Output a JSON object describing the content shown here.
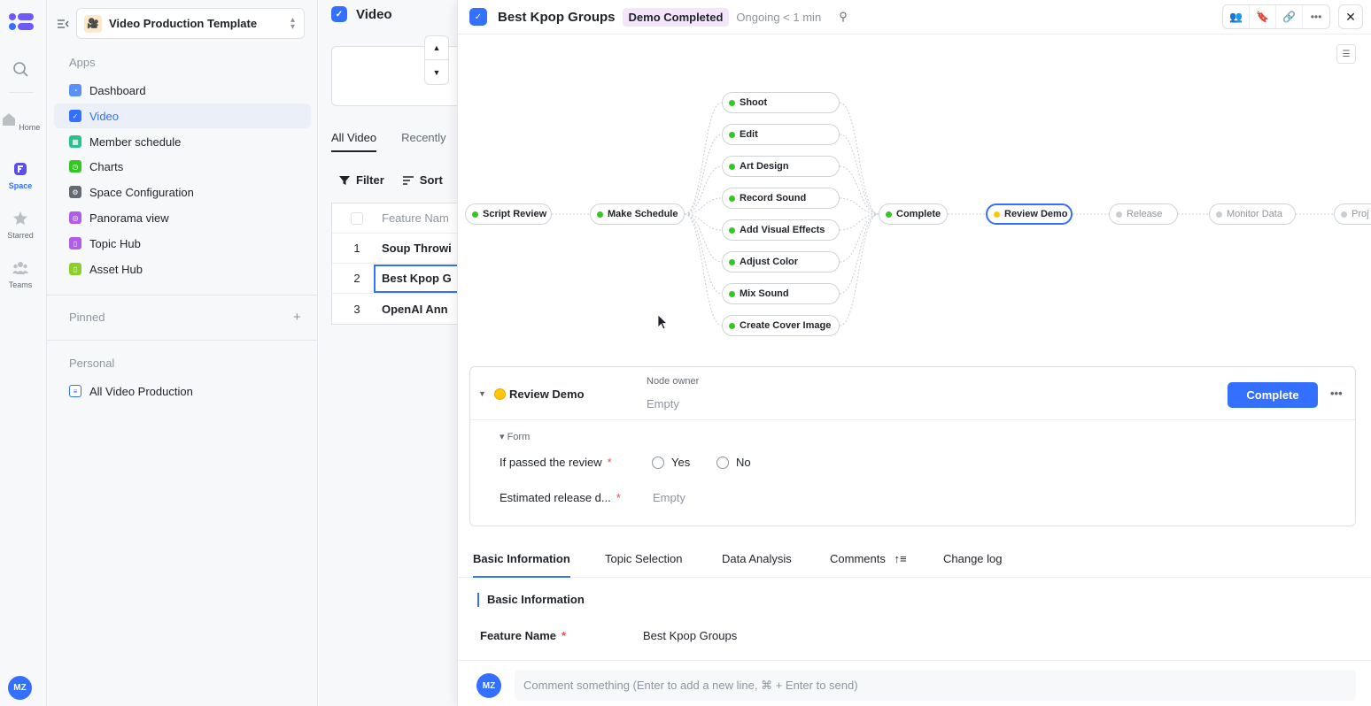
{
  "rail": {
    "items": [
      {
        "label": "Home",
        "icon": "home-icon"
      },
      {
        "label": "Space",
        "icon": "space-icon",
        "active": true
      },
      {
        "label": "Starred",
        "icon": "star-icon"
      },
      {
        "label": "Teams",
        "icon": "teams-icon"
      }
    ],
    "avatar": "MZ"
  },
  "sidebar": {
    "workspace": "Video Production Template",
    "apps_title": "Apps",
    "apps": [
      {
        "label": "Dashboard",
        "color": "#5b8ff9"
      },
      {
        "label": "Video",
        "color": "#3370ff",
        "active": true
      },
      {
        "label": "Member schedule",
        "color": "#2dbf8e"
      },
      {
        "label": "Charts",
        "color": "#34c724"
      },
      {
        "label": "Space Configuration",
        "color": "#646a73"
      },
      {
        "label": "Panorama view",
        "color": "#b05ee8"
      },
      {
        "label": "Topic Hub",
        "color": "#b05ee8"
      },
      {
        "label": "Asset Hub",
        "color": "#8dcf2a"
      }
    ],
    "pinned_title": "Pinned",
    "personal_title": "Personal",
    "personal": [
      {
        "label": "All Video Production"
      }
    ]
  },
  "list": {
    "title": "Video",
    "tabs": [
      "All Video",
      "Recently"
    ],
    "filter": "Filter",
    "sort": "Sort",
    "column": "Feature Nam",
    "rows": [
      {
        "num": "1",
        "name": "Soup Throwi"
      },
      {
        "num": "2",
        "name": "Best Kpop G"
      },
      {
        "num": "3",
        "name": "OpenAI Ann"
      }
    ]
  },
  "detail": {
    "title": "Best Kpop Groups",
    "badge": "Demo Completed",
    "status": "Ongoing < 1 min",
    "flow": {
      "nodes": [
        {
          "id": "script",
          "label": "Script Review",
          "state": "done"
        },
        {
          "id": "schedule",
          "label": "Make Schedule",
          "state": "done"
        },
        {
          "id": "shoot",
          "label": "Shoot",
          "state": "done"
        },
        {
          "id": "edit",
          "label": "Edit",
          "state": "done"
        },
        {
          "id": "art",
          "label": "Art Design",
          "state": "done"
        },
        {
          "id": "record",
          "label": "Record Sound",
          "state": "done"
        },
        {
          "id": "vfx",
          "label": "Add Visual Effects",
          "state": "done"
        },
        {
          "id": "color",
          "label": "Adjust Color",
          "state": "done"
        },
        {
          "id": "mix",
          "label": "Mix Sound",
          "state": "done"
        },
        {
          "id": "cover",
          "label": "Create Cover Image",
          "state": "done"
        },
        {
          "id": "complete",
          "label": "Complete",
          "state": "done"
        },
        {
          "id": "review",
          "label": "Review Demo",
          "state": "current"
        },
        {
          "id": "release",
          "label": "Release",
          "state": "future"
        },
        {
          "id": "monitor",
          "label": "Monitor Data",
          "state": "future"
        },
        {
          "id": "proj",
          "label": "Proj",
          "state": "future"
        }
      ]
    },
    "node_card": {
      "name": "Review Demo",
      "owner_label": "Node owner",
      "owner_value": "Empty",
      "complete_button": "Complete",
      "form_title": "Form",
      "q1": "If passed the review",
      "yes": "Yes",
      "no": "No",
      "q2": "Estimated release d...",
      "q2_value": "Empty"
    },
    "tabs": [
      "Basic Information",
      "Topic Selection",
      "Data Analysis",
      "Comments",
      "Change log"
    ],
    "section": "Basic Information",
    "feature_label": "Feature Name",
    "feature_value": "Best Kpop Groups",
    "comment_avatar": "MZ",
    "comment_placeholder": "Comment something (Enter to add a new line, ⌘ + Enter to send)"
  }
}
